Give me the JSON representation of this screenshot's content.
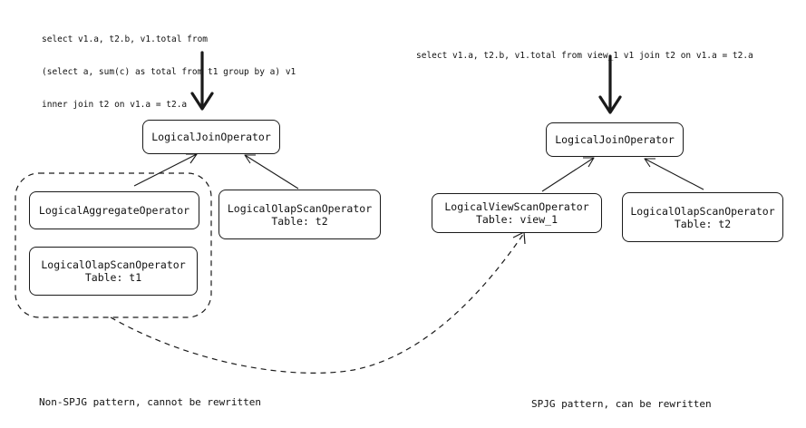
{
  "left": {
    "sql_lines": [
      "select v1.a, t2.b, v1.total from",
      "(select a, sum(c) as total from t1 group by a) v1",
      "inner join t2 on v1.a = t2.a"
    ],
    "join": {
      "title": "LogicalJoinOperator"
    },
    "aggregate": {
      "title": "LogicalAggregateOperator"
    },
    "scan_t1": {
      "title": "LogicalOlapScanOperator",
      "subtitle": "Table: t1"
    },
    "scan_t2": {
      "title": "LogicalOlapScanOperator",
      "subtitle": "Table: t2"
    },
    "caption": "Non-SPJG pattern, cannot be rewritten"
  },
  "right": {
    "sql_lines": [
      "select v1.a, t2.b, v1.total from view_1 v1 join t2 on v1.a = t2.a"
    ],
    "join": {
      "title": "LogicalJoinOperator"
    },
    "view_scan": {
      "title": "LogicalViewScanOperator",
      "subtitle": "Table: view_1"
    },
    "scan_t2": {
      "title": "LogicalOlapScanOperator",
      "subtitle": "Table: t2"
    },
    "caption": "SPJG pattern, can be rewritten"
  },
  "colors": {
    "stroke": "#1a1a1a",
    "background": "#ffffff",
    "text": "#111111"
  }
}
